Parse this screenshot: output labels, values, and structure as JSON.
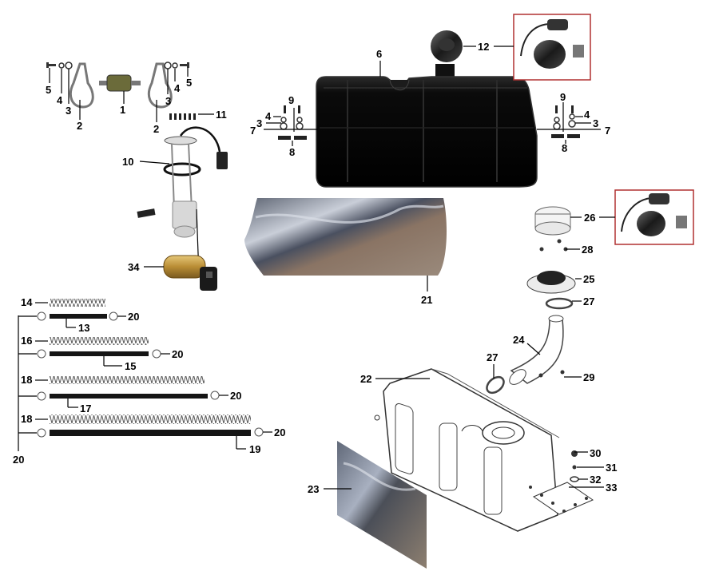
{
  "parts": [
    {
      "id": "fuel-filter",
      "number": "1"
    },
    {
      "id": "hose-clamp",
      "number": "2"
    },
    {
      "id": "washer",
      "number": "3"
    },
    {
      "id": "spring-washer",
      "number": "4"
    },
    {
      "id": "bolt",
      "number": "5"
    },
    {
      "id": "fuel-tank",
      "number": "6"
    },
    {
      "id": "nut",
      "number": "7"
    },
    {
      "id": "mounting-bracket",
      "number": "8"
    },
    {
      "id": "screw",
      "number": "9"
    },
    {
      "id": "fuel-pump-assembly",
      "number": "10"
    },
    {
      "id": "pump-screws",
      "number": "11"
    },
    {
      "id": "fuel-cap",
      "number": "12"
    },
    {
      "id": "fuel-hose-a",
      "number": "13"
    },
    {
      "id": "hose-spring-a",
      "number": "14"
    },
    {
      "id": "fuel-hose-b",
      "number": "15"
    },
    {
      "id": "hose-spring-b",
      "number": "16"
    },
    {
      "id": "fuel-hose-c",
      "number": "17"
    },
    {
      "id": "hose-spring-c",
      "number": "18"
    },
    {
      "id": "fuel-hose-d",
      "number": "19"
    },
    {
      "id": "hose-clip",
      "number": "20"
    },
    {
      "id": "heat-shield-pad",
      "number": "21"
    },
    {
      "id": "auxiliary-tank",
      "number": "22"
    },
    {
      "id": "aux-tank-pad",
      "number": "23"
    },
    {
      "id": "filler-neck-hose",
      "number": "24"
    },
    {
      "id": "filler-neck-flange",
      "number": "25"
    },
    {
      "id": "aux-fuel-cap",
      "number": "26"
    },
    {
      "id": "hose-band",
      "number": "27"
    },
    {
      "id": "flange-screw",
      "number": "28"
    },
    {
      "id": "flange-nut",
      "number": "29"
    },
    {
      "id": "tank-bolt",
      "number": "30"
    },
    {
      "id": "tank-washer",
      "number": "31"
    },
    {
      "id": "tank-spacer",
      "number": "32"
    },
    {
      "id": "tank-strap-plate",
      "number": "33"
    },
    {
      "id": "fuel-pump-motor",
      "number": "34"
    }
  ],
  "colors": {
    "line": "#000000",
    "tank": "#0b0b0b",
    "tank_edge": "#333333",
    "inset_border": "#b03030",
    "pump_gold": "#c8a24a",
    "hose": "#151515"
  }
}
